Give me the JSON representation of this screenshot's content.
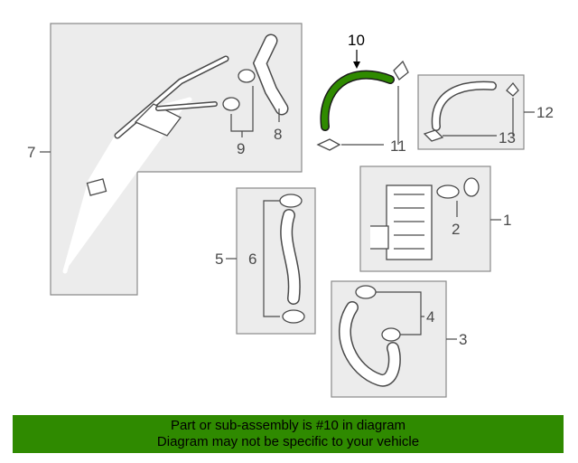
{
  "callouts": {
    "c1": "1",
    "c2": "2",
    "c3": "3",
    "c4": "4",
    "c5": "5",
    "c6": "6",
    "c7": "7",
    "c8": "8",
    "c9": "9",
    "c10": "10",
    "c11": "11",
    "c12": "12",
    "c13": "13"
  },
  "highlight_part": "10",
  "colors": {
    "highlight": "#2f8a00",
    "banner": "#2f8a00",
    "line": "#4a4a4a",
    "panel": "#ececec"
  },
  "banner": {
    "line1": "Part or sub-assembly is #10 in diagram",
    "line2": "Diagram may not be specific to your vehicle"
  }
}
